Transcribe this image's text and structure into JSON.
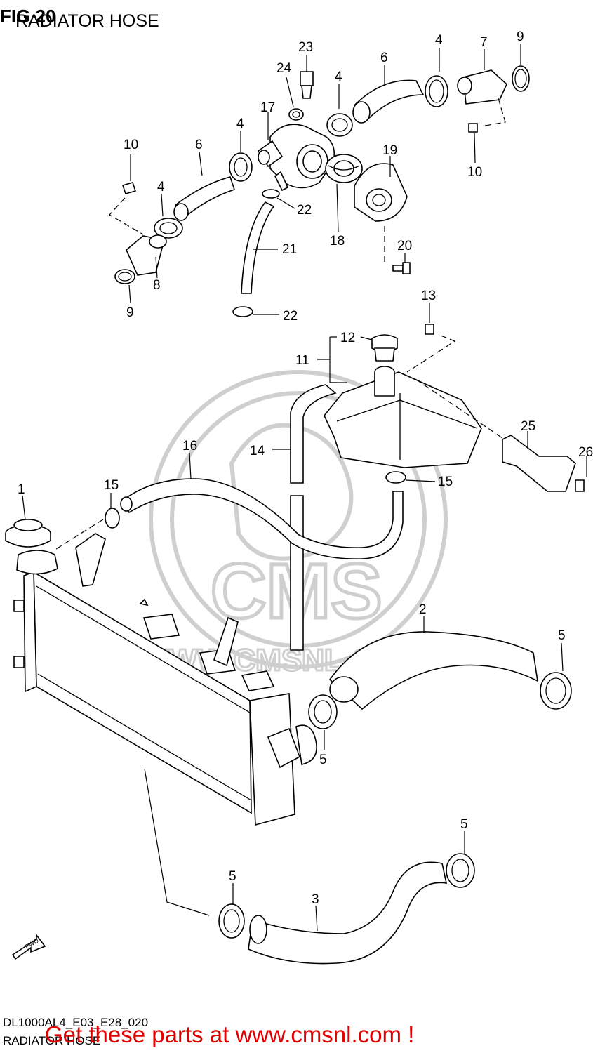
{
  "header": {
    "fig_label": "FIG 20",
    "title": "RADIATOR HOSE"
  },
  "footer": {
    "model_code": "DL1000AL4_E03_E28_020",
    "subtitle": "RADIATOR HOSE",
    "cta_text": "Get these parts at www.cmsnl.com !"
  },
  "watermark": {
    "brand": "CMS",
    "url": "WWW.CMSNL.COM"
  },
  "fwd_label": "FWD",
  "callouts": [
    "1",
    "2",
    "3",
    "4",
    "4",
    "4",
    "4",
    "5",
    "5",
    "5",
    "5",
    "6",
    "6",
    "7",
    "8",
    "9",
    "9",
    "10",
    "10",
    "11",
    "12",
    "13",
    "14",
    "15",
    "15",
    "16",
    "17",
    "18",
    "19",
    "20",
    "21",
    "22",
    "22",
    "23",
    "24",
    "25",
    "26"
  ],
  "colors": {
    "cta": "#e00000",
    "line": "#000000",
    "watermark": "#cfcfcf"
  }
}
